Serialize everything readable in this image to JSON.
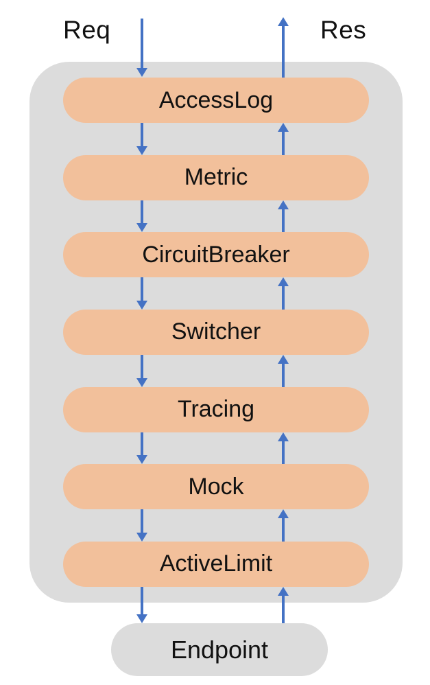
{
  "diagram": {
    "request_label": "Req",
    "response_label": "Res",
    "middlewares": [
      {
        "label": "AccessLog"
      },
      {
        "label": "Metric"
      },
      {
        "label": "CircuitBreaker"
      },
      {
        "label": "Switcher"
      },
      {
        "label": "Tracing"
      },
      {
        "label": "Mock"
      },
      {
        "label": "ActiveLimit"
      }
    ],
    "endpoint": {
      "label": "Endpoint"
    },
    "colors": {
      "middleware_fill": "#f2c09b",
      "chain_container_fill": "#dcdcdc",
      "endpoint_fill": "#dcdcdc",
      "arrow": "#4472c4",
      "text": "#111111",
      "background": "#ffffff"
    }
  }
}
